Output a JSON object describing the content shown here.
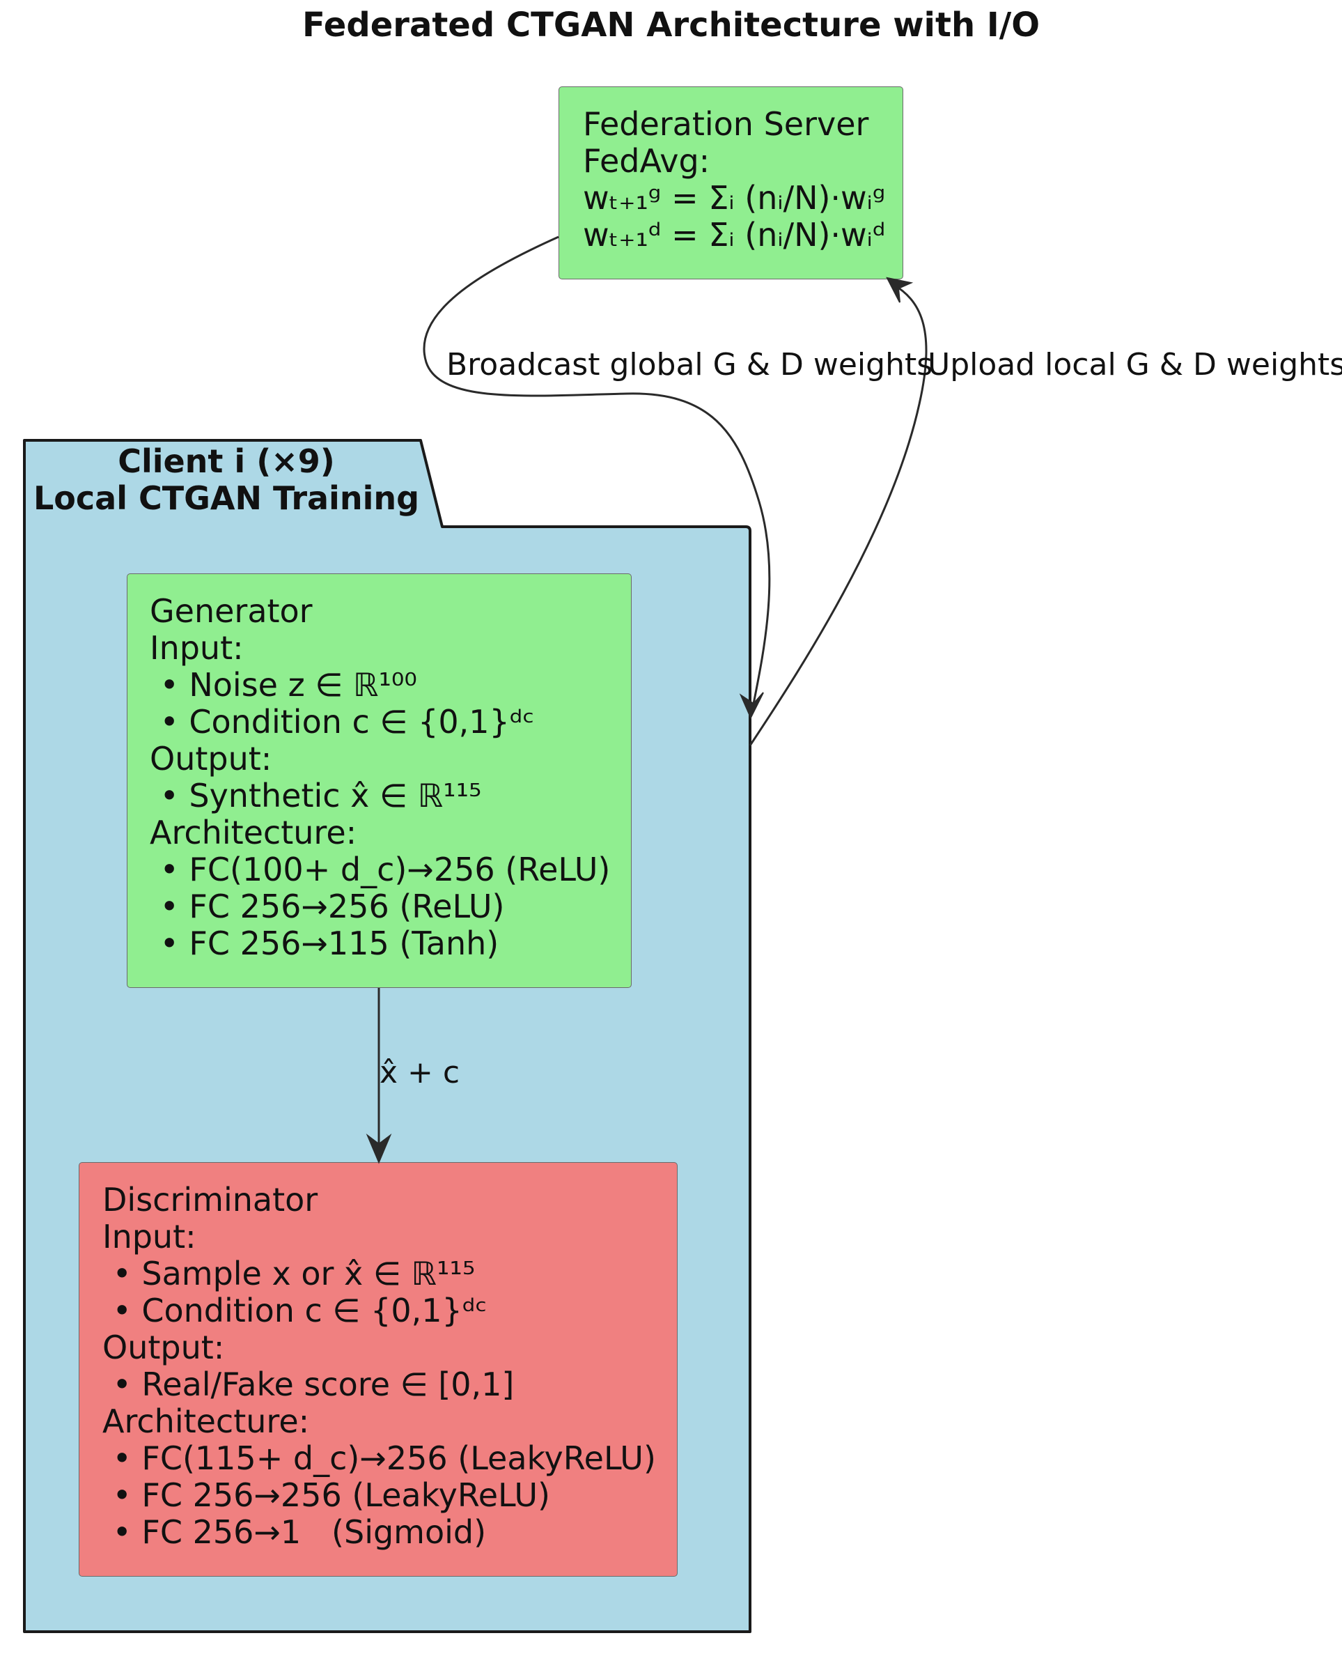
{
  "title": "Federated CTGAN Architecture with I/O",
  "server": {
    "lines": [
      "Federation Server",
      "FedAvg:",
      "wₜ₊₁ᵍ = Σᵢ (nᵢ/N)·wᵢᵍ",
      "wₜ₊₁ᵈ = Σᵢ (nᵢ/N)·wᵢᵈ"
    ]
  },
  "client": {
    "title_line1": "Client i (×9)",
    "title_line2": "Local CTGAN Training"
  },
  "generator": {
    "lines": [
      "Generator",
      "Input:",
      " • Noise z ∈ ℝ¹⁰⁰",
      " • Condition c ∈ {0,1}ᵈᶜ",
      "Output:",
      " • Synthetic x̂ ∈ ℝ¹¹⁵",
      "Architecture:",
      " • FC(100+ d_c)→256 (ReLU)",
      " • FC 256→256 (ReLU)",
      " • FC 256→115 (Tanh)"
    ]
  },
  "discriminator": {
    "lines": [
      "Discriminator",
      "Input:",
      " • Sample x or x̂ ∈ ℝ¹¹⁵",
      " • Condition c ∈ {0,1}ᵈᶜ",
      "Output:",
      " • Real/Fake score ∈ [0,1]",
      "Architecture:",
      " • FC(115+ d_c)→256 (LeakyReLU)",
      " • FC 256→256 (LeakyReLU)",
      " • FC 256→1   (Sigmoid)"
    ]
  },
  "edges": {
    "broadcast_label": "Broadcast global G & D weights",
    "upload_label": "Upload local G & D weights",
    "gen_to_disc_label": "x̂ + c"
  }
}
